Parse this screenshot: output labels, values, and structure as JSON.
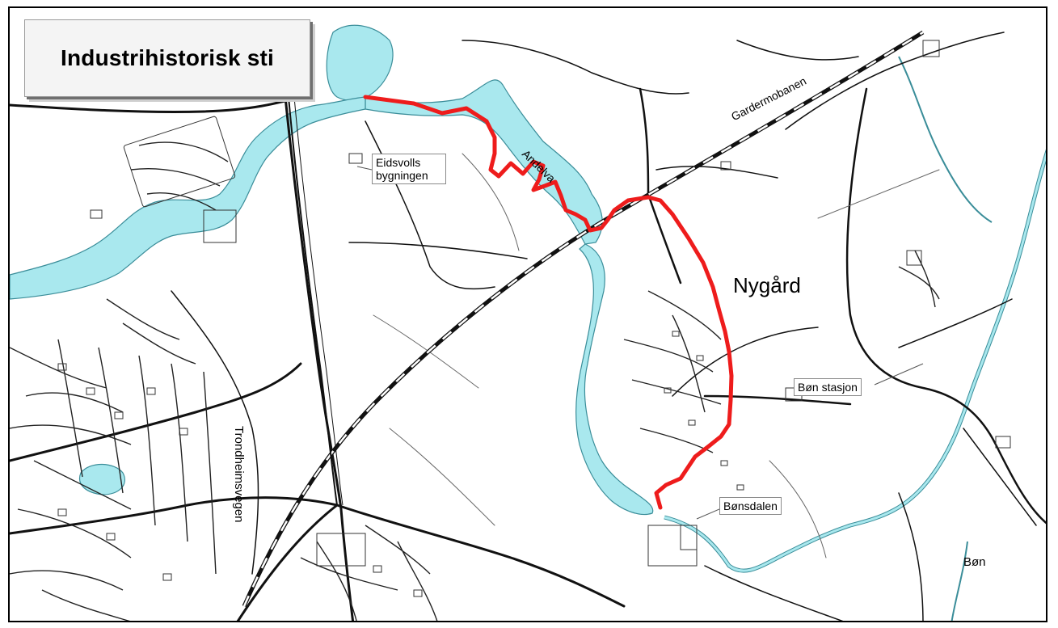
{
  "map": {
    "title": "Industrihistorisk sti",
    "labels": {
      "eidsvolls": "Eidsvolls\nbygningen",
      "andelva": "Andelva",
      "gardermobanen": "Gardermobanen",
      "nygard": "Nygård",
      "bon_stasjon": "Bøn stasjon",
      "bonsdalen": "Bønsdalen",
      "trondheimsvegen": "Trondheimsvegen",
      "bon": "Bøn"
    },
    "colors": {
      "water": "#a9e8ee",
      "water_outline": "#3a8d99",
      "route": "#ee1c1c",
      "road": "#111111",
      "railway": "#111111"
    }
  }
}
